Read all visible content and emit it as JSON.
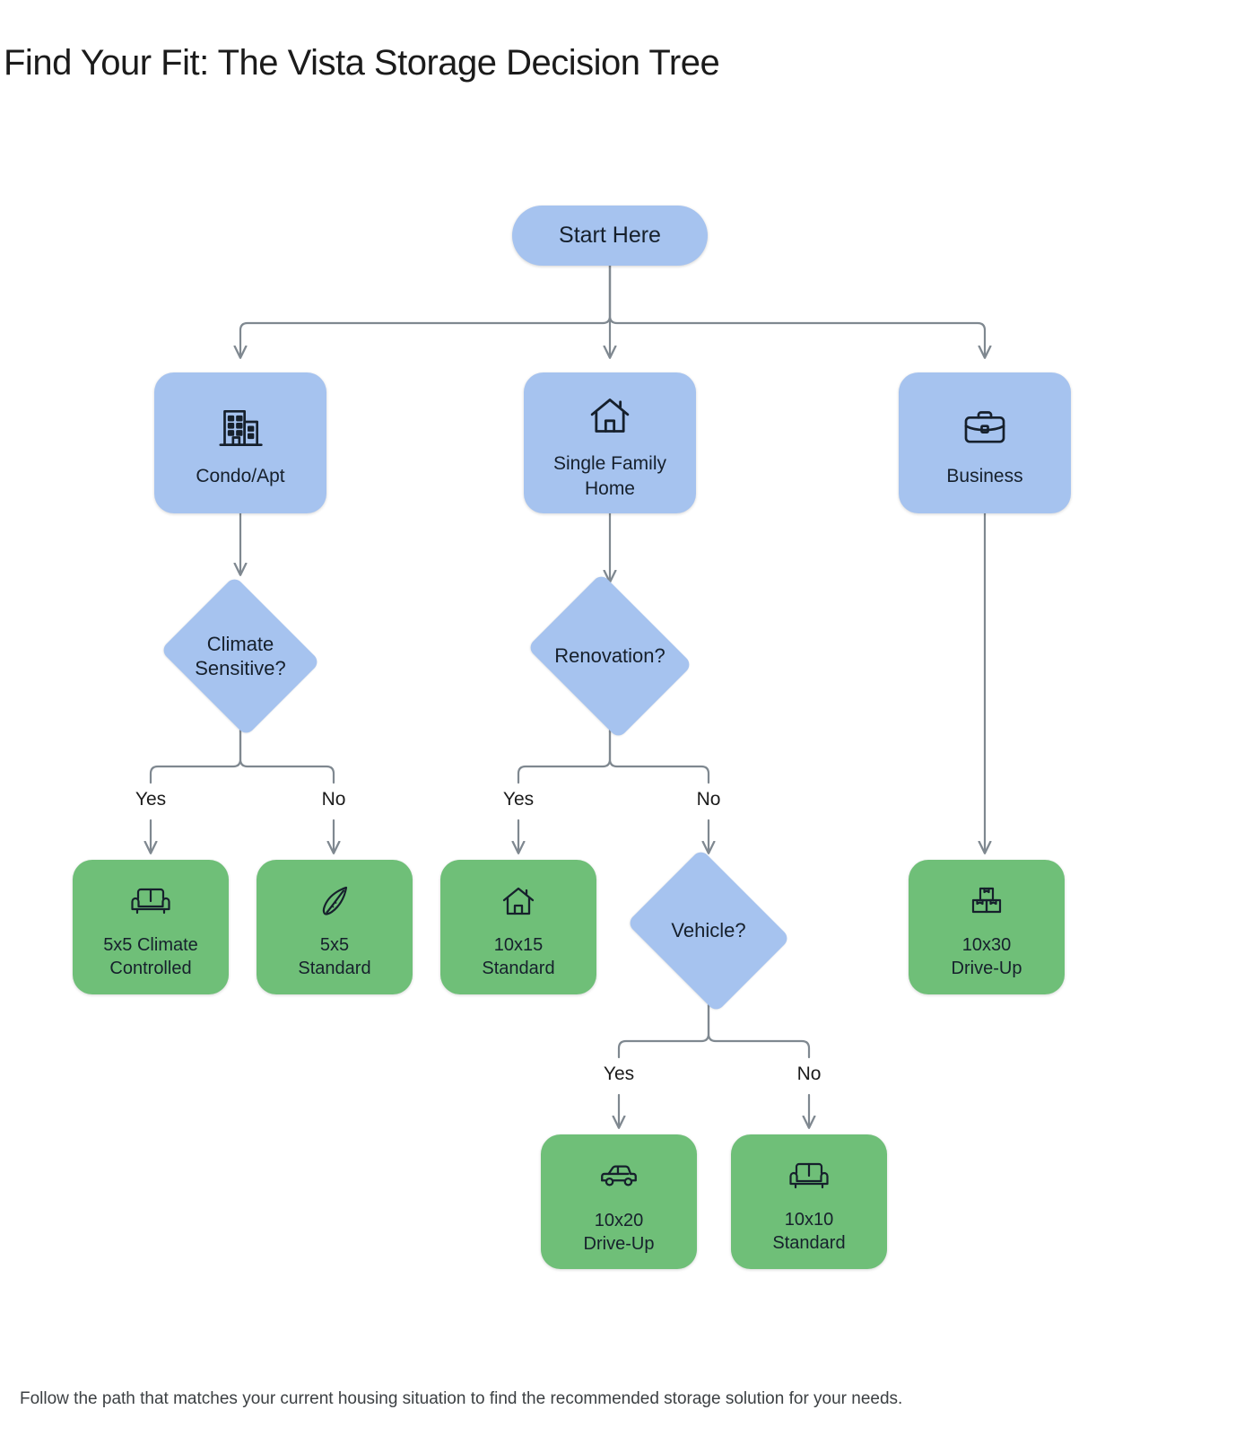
{
  "page": {
    "title": "Find Your Fit: The Vista Storage Decision Tree",
    "footer": "Follow the path that matches your current housing situation to find the recommended storage solution for your needs.",
    "background": "#ffffff"
  },
  "palette": {
    "decision_blue": "#a6c3ef",
    "result_green": "#6fbf78",
    "connector_gray": "#7f8890",
    "text_dark": "#16202c",
    "title_text": "#1b1b1b",
    "footer_text": "#3c4043"
  },
  "diagram": {
    "type": "decision-tree",
    "nodes": [
      {
        "id": "start",
        "shape": "pill",
        "color": "#a6c3ef",
        "label": "Start Here",
        "icon": null
      },
      {
        "id": "condo",
        "shape": "rounded",
        "color": "#a6c3ef",
        "label": "Condo/Apt",
        "icon": "apartment-building-icon"
      },
      {
        "id": "single_family",
        "shape": "rounded",
        "color": "#a6c3ef",
        "label": "Single Family\nHome",
        "icon": "house-icon"
      },
      {
        "id": "business",
        "shape": "rounded",
        "color": "#a6c3ef",
        "label": "Business",
        "icon": "briefcase-icon"
      },
      {
        "id": "climate",
        "shape": "diamond",
        "color": "#a6c3ef",
        "label": "Climate\nSensitive?",
        "icon": null
      },
      {
        "id": "renovation",
        "shape": "diamond",
        "color": "#a6c3ef",
        "label": "Renovation?",
        "icon": null
      },
      {
        "id": "vehicle",
        "shape": "diamond",
        "color": "#a6c3ef",
        "label": "Vehicle?",
        "icon": null
      },
      {
        "id": "r_5x5_climate",
        "shape": "rounded",
        "color": "#6fbf78",
        "label": "5x5 Climate\nControlled",
        "icon": "sofa-icon"
      },
      {
        "id": "r_5x5_standard",
        "shape": "rounded",
        "color": "#6fbf78",
        "label": "5x5\nStandard",
        "icon": "surfboard-icon"
      },
      {
        "id": "r_10x15_standard",
        "shape": "rounded",
        "color": "#6fbf78",
        "label": "10x15\nStandard",
        "icon": "house-icon"
      },
      {
        "id": "r_10x30_driveup",
        "shape": "rounded",
        "color": "#6fbf78",
        "label": "10x30\nDrive-Up",
        "icon": "boxes-icon"
      },
      {
        "id": "r_10x20_driveup",
        "shape": "rounded",
        "color": "#6fbf78",
        "label": "10x20\nDrive-Up",
        "icon": "car-icon"
      },
      {
        "id": "r_10x10_standard",
        "shape": "rounded",
        "color": "#6fbf78",
        "label": "10x10\nStandard",
        "icon": "sofa-icon"
      }
    ],
    "node_labels": {
      "start": "Start Here",
      "condo": "Condo/Apt",
      "single_family_line1": "Single Family",
      "single_family_line2": "Home",
      "business": "Business",
      "climate_line1": "Climate",
      "climate_line2": "Sensitive?",
      "renovation": "Renovation?",
      "vehicle": "Vehicle?",
      "r_5x5_climate_line1": "5x5 Climate",
      "r_5x5_climate_line2": "Controlled",
      "r_5x5_standard_line1": "5x5",
      "r_5x5_standard_line2": "Standard",
      "r_10x15_standard_line1": "10x15",
      "r_10x15_standard_line2": "Standard",
      "r_10x30_driveup_line1": "10x30",
      "r_10x30_driveup_line2": "Drive-Up",
      "r_10x20_driveup_line1": "10x20",
      "r_10x20_driveup_line2": "Drive-Up",
      "r_10x10_standard_line1": "10x10",
      "r_10x10_standard_line2": "Standard"
    },
    "edges": [
      {
        "from": "start",
        "to": "condo",
        "label": ""
      },
      {
        "from": "start",
        "to": "single_family",
        "label": ""
      },
      {
        "from": "start",
        "to": "business",
        "label": ""
      },
      {
        "from": "condo",
        "to": "climate",
        "label": ""
      },
      {
        "from": "single_family",
        "to": "renovation",
        "label": ""
      },
      {
        "from": "business",
        "to": "r_10x30_driveup",
        "label": ""
      },
      {
        "from": "climate",
        "to": "r_5x5_climate",
        "label": "Yes"
      },
      {
        "from": "climate",
        "to": "r_5x5_standard",
        "label": "No"
      },
      {
        "from": "renovation",
        "to": "r_10x15_standard",
        "label": "Yes"
      },
      {
        "from": "renovation",
        "to": "vehicle",
        "label": "No"
      },
      {
        "from": "vehicle",
        "to": "r_10x20_driveup",
        "label": "Yes"
      },
      {
        "from": "vehicle",
        "to": "r_10x10_standard",
        "label": "No"
      }
    ],
    "edge_labels": {
      "climate_yes": "Yes",
      "climate_no": "No",
      "renovation_yes": "Yes",
      "renovation_no": "No",
      "vehicle_yes": "Yes",
      "vehicle_no": "No"
    }
  }
}
